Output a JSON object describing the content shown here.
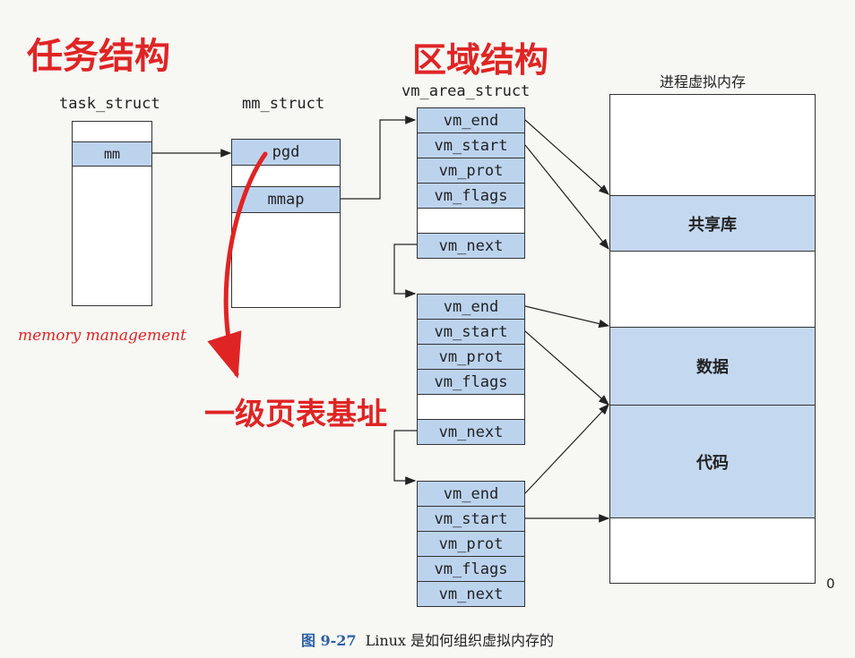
{
  "annotations": {
    "task_structure": "任务结构",
    "area_structure": "区域结构",
    "memory_management": "memory management",
    "first_level_page_table": "一级页表基址"
  },
  "task_struct": {
    "title": "task_struct",
    "field": "mm"
  },
  "mm_struct": {
    "title": "mm_struct",
    "fields": [
      "pgd",
      "mmap"
    ]
  },
  "vm_area_struct": {
    "title": "vm_area_struct",
    "areas": [
      {
        "fields": [
          "vm_end",
          "vm_start",
          "vm_prot",
          "vm_flags"
        ],
        "next": "vm_next"
      },
      {
        "fields": [
          "vm_end",
          "vm_start",
          "vm_prot",
          "vm_flags"
        ],
        "next": "vm_next"
      },
      {
        "fields": [
          "vm_end",
          "vm_start",
          "vm_prot",
          "vm_flags"
        ],
        "next": "vm_next"
      }
    ]
  },
  "process_vm": {
    "title": "进程虚拟内存",
    "segments": [
      "共享库",
      "数据",
      "代码"
    ],
    "bottom_label": "0"
  },
  "caption": {
    "figure": "图 9-27",
    "text": "Linux 是如何组织虚拟内存的"
  },
  "colors": {
    "cell_fill": "#bcd3ee",
    "segment_fill": "#c4d8f0",
    "annotation": "#e02424",
    "caption_figure": "#2a5fa8"
  }
}
